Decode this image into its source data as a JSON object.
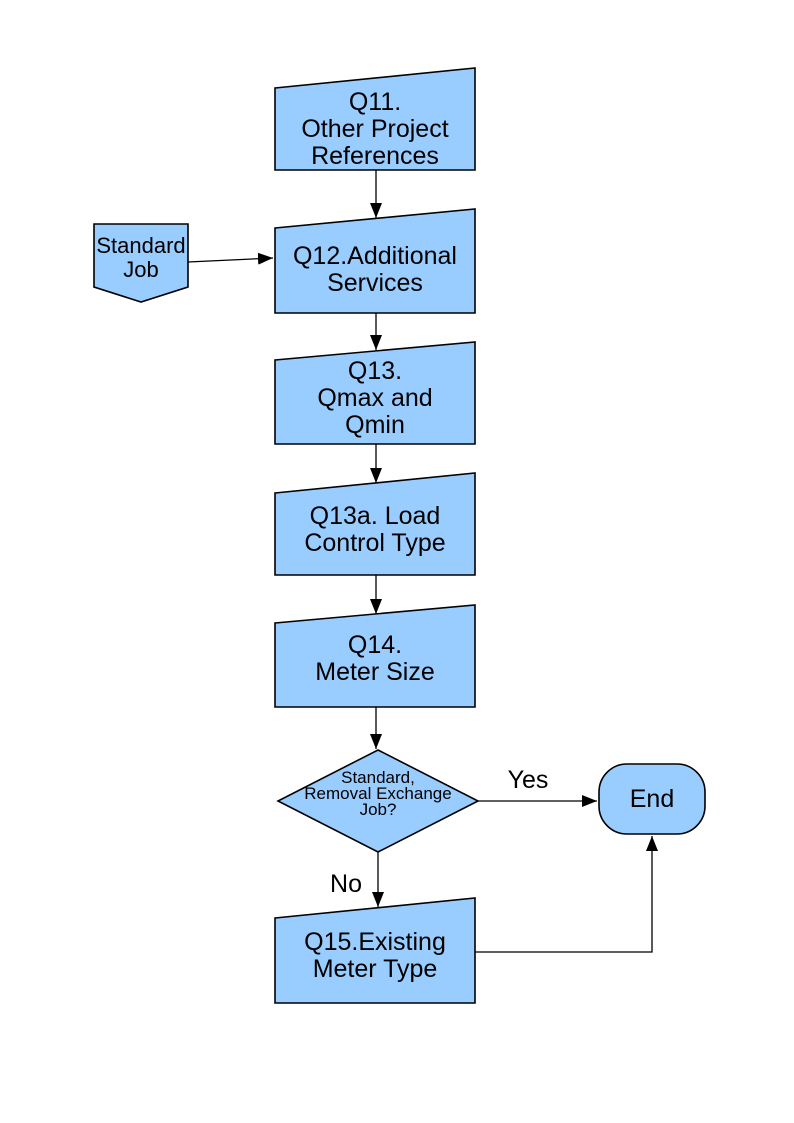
{
  "diagram": {
    "colors": {
      "node_fill": "#99ccff",
      "node_border": "#000000",
      "connector": "#000000",
      "background": "#ffffff",
      "text": "#000000"
    },
    "nodes": {
      "q11": {
        "label": "Q11.\nOther Project\nReferences",
        "shape": "manual-input-box"
      },
      "standard_job": {
        "label": "Standard\nJob",
        "shape": "off-page-connector-down"
      },
      "q12": {
        "label": "Q12.Additional\nServices",
        "shape": "manual-input-box"
      },
      "q13": {
        "label": "Q13.\nQmax and\nQmin",
        "shape": "manual-input-box"
      },
      "q13a": {
        "label": "Q13a. Load\nControl Type",
        "shape": "manual-input-box"
      },
      "q14": {
        "label": "Q14.\nMeter Size",
        "shape": "manual-input-box"
      },
      "decision": {
        "label": "Standard,\nRemoval Exchange\nJob?",
        "shape": "decision-diamond"
      },
      "q15": {
        "label": "Q15.Existing\nMeter Type",
        "shape": "manual-input-box"
      },
      "end": {
        "label": "End",
        "shape": "terminator"
      }
    },
    "edge_labels": {
      "yes": "Yes",
      "no": "No"
    }
  }
}
